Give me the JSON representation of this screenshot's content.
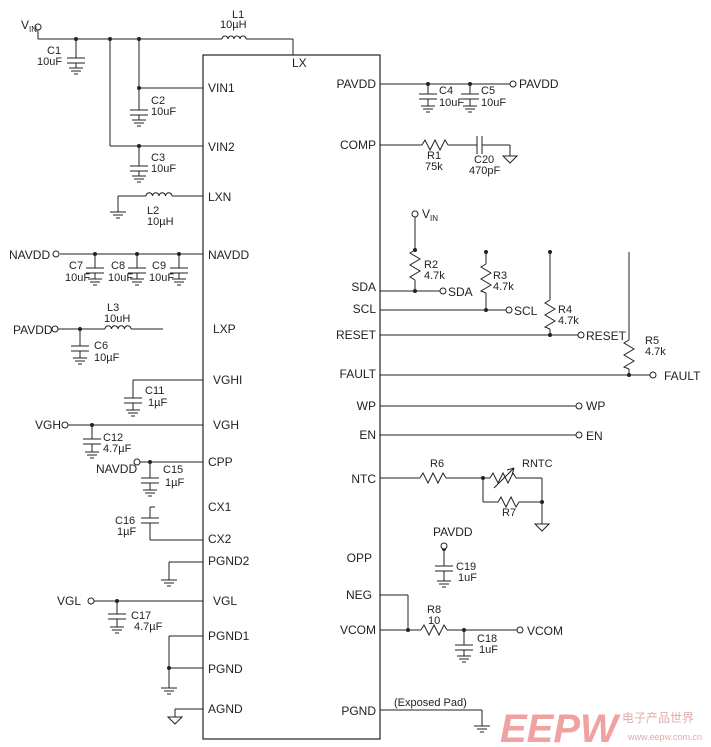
{
  "pins_left": [
    "VIN1",
    "VIN2",
    "LXN",
    "NAVDD",
    "LXP",
    "VGHI",
    "VGH",
    "CPP",
    "CX1",
    "CX2",
    "PGND2",
    "VGL",
    "PGND1",
    "PGND",
    "AGND"
  ],
  "pins_right": [
    "PAVDD",
    "COMP",
    "SDA",
    "SCL",
    "RESET",
    "FAULT",
    "WP",
    "EN",
    "NTC",
    "OPP",
    "NEG",
    "VCOM",
    "PGND"
  ],
  "pin_lx": "LX",
  "nets": {
    "vin_main": "V",
    "vin_sub": "IN",
    "navdd": "NAVDD",
    "pavdd": "PAVDD",
    "vgh": "VGH",
    "vgl": "VGL",
    "sda": "SDA",
    "scl": "SCL",
    "reset": "RESET",
    "fault": "FAULT",
    "wp": "WP",
    "en": "EN",
    "vcom": "VCOM"
  },
  "exposed_pad": "(Exposed Pad)",
  "components": {
    "l1": {
      "ref": "L1",
      "value": "10µH"
    },
    "c1": {
      "ref": "C1",
      "value": "10uF"
    },
    "c2": {
      "ref": "C2",
      "value": "10uF"
    },
    "c3": {
      "ref": "C3",
      "value": "10uF"
    },
    "l2": {
      "ref": "L2",
      "value": "10µH"
    },
    "c7": {
      "ref": "C7",
      "value": "10uF"
    },
    "c8": {
      "ref": "C8",
      "value": "10uF"
    },
    "c9": {
      "ref": "C9",
      "value": "10uF"
    },
    "l3": {
      "ref": "L3",
      "value": "10uH"
    },
    "c6": {
      "ref": "C6",
      "value": "10µF"
    },
    "c11": {
      "ref": "C11",
      "value": "1µF"
    },
    "c12": {
      "ref": "C12",
      "value": "4.7µF"
    },
    "c15": {
      "ref": "C15",
      "value": "1µF"
    },
    "c16": {
      "ref": "C16",
      "value": "1µF"
    },
    "c17": {
      "ref": "C17",
      "value": "4.7µF"
    },
    "c4": {
      "ref": "C4",
      "value": "10uF"
    },
    "c5": {
      "ref": "C5",
      "value": "10uF"
    },
    "r1": {
      "ref": "R1",
      "value": "75k"
    },
    "c20": {
      "ref": "C20",
      "value": "470pF"
    },
    "r2": {
      "ref": "R2",
      "value": "4.7k"
    },
    "r3": {
      "ref": "R3",
      "value": "4.7k"
    },
    "r4": {
      "ref": "R4",
      "value": "4.7k"
    },
    "r5": {
      "ref": "R5",
      "value": "4.7k"
    },
    "r6": {
      "ref": "R6"
    },
    "rntc": {
      "ref": "RNTC"
    },
    "r7": {
      "ref": "R7"
    },
    "c19": {
      "ref": "C19",
      "value": "1uF"
    },
    "r8": {
      "ref": "R8",
      "value": "10"
    },
    "c18": {
      "ref": "C18",
      "value": "1uF"
    }
  },
  "watermark": {
    "wordmark": "EEPW",
    "subtitle": "电子产品世界",
    "url": "www.eepw.com.cn"
  }
}
